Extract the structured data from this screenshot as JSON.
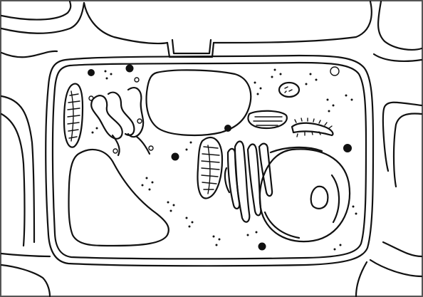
{
  "figure": {
    "subject": "plant-cell",
    "has_text_labels": false
  },
  "colors": {
    "ink": "#111111",
    "paper": "#ffffff",
    "border": "#555555"
  },
  "structures": [
    "cell-wall",
    "cell-membrane",
    "large-vacuole",
    "upper-vacuole",
    "chloroplast",
    "mitochondrion",
    "endoplasmic-reticulum",
    "golgi-apparatus",
    "nucleus",
    "nucleolus",
    "ribosomes"
  ]
}
